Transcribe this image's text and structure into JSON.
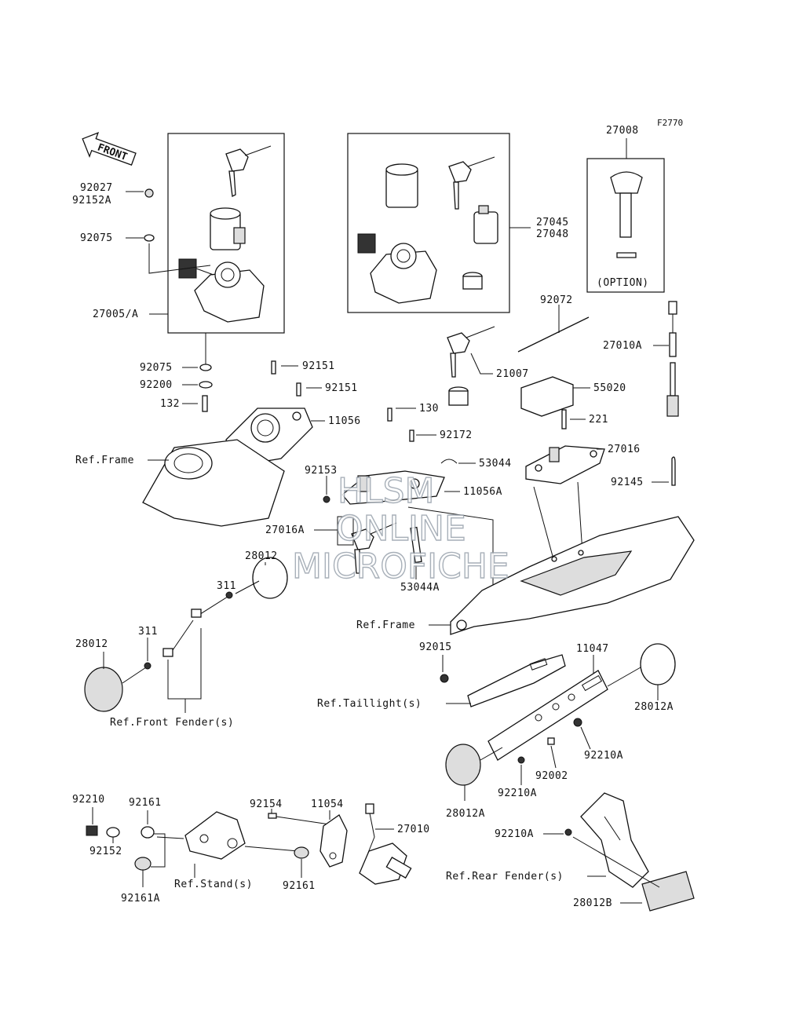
{
  "diagram_code": "F2770",
  "front_label": "FRONT",
  "option_label": "(OPTION)",
  "watermark": [
    "HLSM",
    "ONLINE",
    "MICROFICHE"
  ],
  "labels": {
    "p92027": "92027",
    "p92152A": "92152A",
    "p92075a": "92075",
    "p27005": "27005/A",
    "p92075b": "92075",
    "p92200": "92200",
    "p132": "132",
    "p92151a": "92151",
    "p92151b": "92151",
    "p11056": "11056",
    "refFrame1": "Ref.Frame",
    "p27045": "27045",
    "p27048": "27048",
    "p27008": "27008",
    "p92072": "92072",
    "p27010A": "27010A",
    "p21007": "21007",
    "p55020": "55020",
    "p130": "130",
    "p221": "221",
    "p92172": "92172",
    "p27016": "27016",
    "p53044": "53044",
    "p92145": "92145",
    "p92153": "92153",
    "p11056A": "11056A",
    "p27016A": "27016A",
    "p53044A": "53044A",
    "refFrame2": "Ref.Frame",
    "p28012a": "28012",
    "p311a": "311",
    "p311b": "311",
    "p28012b": "28012",
    "refFrontFender": "Ref.Front Fender(s)",
    "p92015": "92015",
    "p11047": "11047",
    "refTaillight": "Ref.Taillight(s)",
    "p28012A1": "28012A",
    "p92210A1": "92210A",
    "p92002": "92002",
    "p92210A2": "92210A",
    "p28012A2": "28012A",
    "p92210": "92210",
    "p92161a": "92161",
    "p92154": "92154",
    "p11054": "11054",
    "p27010": "27010",
    "p92152": "92152",
    "refStand": "Ref.Stand(s)",
    "p92161b": "92161",
    "p92161A": "92161A",
    "p92210A3": "92210A",
    "refRearFender": "Ref.Rear Fender(s)",
    "p28012B": "28012B"
  }
}
